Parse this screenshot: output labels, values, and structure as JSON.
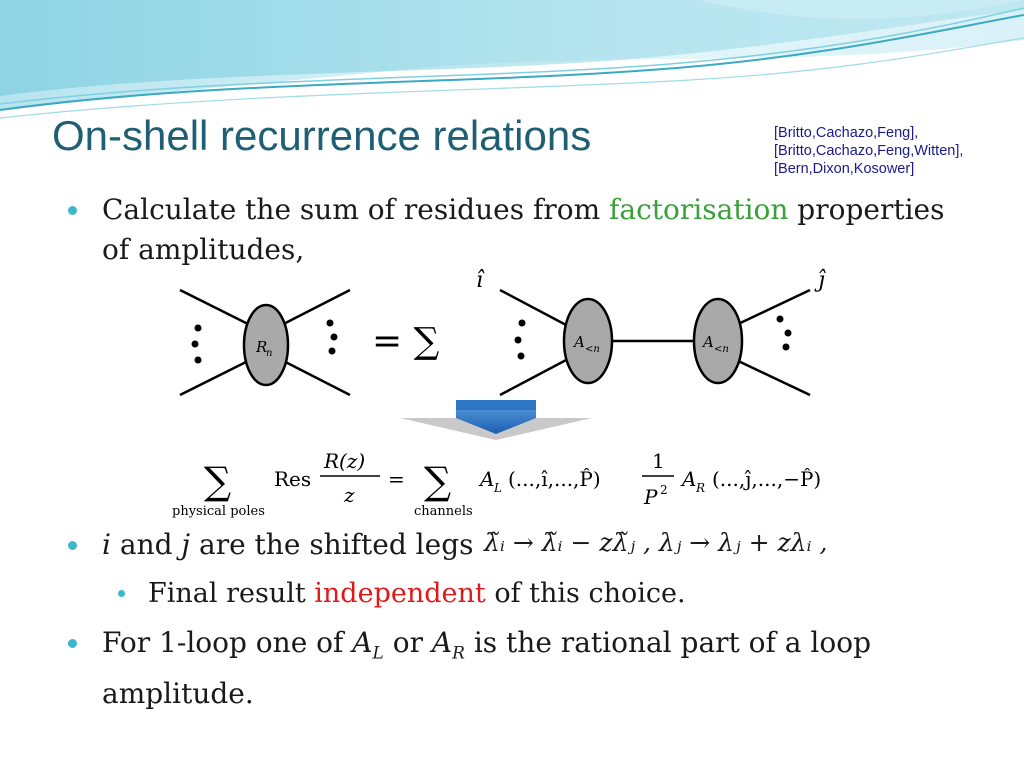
{
  "slide": {
    "title": "On-shell recurrence relations",
    "references": [
      "[Britto,Cachazo,Feng],",
      "[Britto,Cachazo,Feng,Witten],",
      "[Bern,Dixon,Kosower]"
    ],
    "bullet1": {
      "line1_before": "Calculate the sum of residues from ",
      "line1_highlight": "factorisation",
      "line1_after": " properties",
      "line2": "of amplitudes,"
    },
    "diagram": {
      "left_blob": "R",
      "left_blob_sub": "n",
      "right_blob": "A",
      "right_blob_sub": "<n",
      "equals_sum": "= ∑",
      "hat_i": "î",
      "hat_j": "ĵ"
    },
    "formula": {
      "sum": "∑",
      "sum_sub_left": "physical  poles",
      "res": "Res",
      "num": "R(z)",
      "den": "z",
      "eq": "=",
      "sum_sub_right": "channels",
      "AL": "A",
      "AL_sub": "L",
      "AL_args": "(...,î,...,P̂)",
      "frac_num": "1",
      "frac_den": "P",
      "frac_den_sup": "2",
      "AR": "A",
      "AR_sub": "R",
      "AR_args": "(...,ĵ,...,−P̂)"
    },
    "bullet2": {
      "i": "i",
      "and": " and ",
      "j": "j",
      "rest": " are the shifted legs",
      "shift_formula": "λ̃ᵢ → λ̃ᵢ − zλ̃ⱼ ,   λⱼ → λⱼ + zλᵢ ,"
    },
    "sub_bullet": {
      "before": "Final result ",
      "highlight": "independent",
      "after": " of this choice."
    },
    "bullet3": {
      "before": "For 1-loop one of ",
      "AL": "A",
      "AL_sub": "L",
      "or": " or ",
      "AR": "A",
      "AR_sub": "R",
      "after": " is the rational part of a loop",
      "line2": "amplitude."
    },
    "colors": {
      "title": "#1e5f74",
      "accent_green": "#3aa03a",
      "accent_red": "#e01a1a",
      "bullet": "#3fb6c9",
      "arrow": "#2e75c5"
    }
  }
}
